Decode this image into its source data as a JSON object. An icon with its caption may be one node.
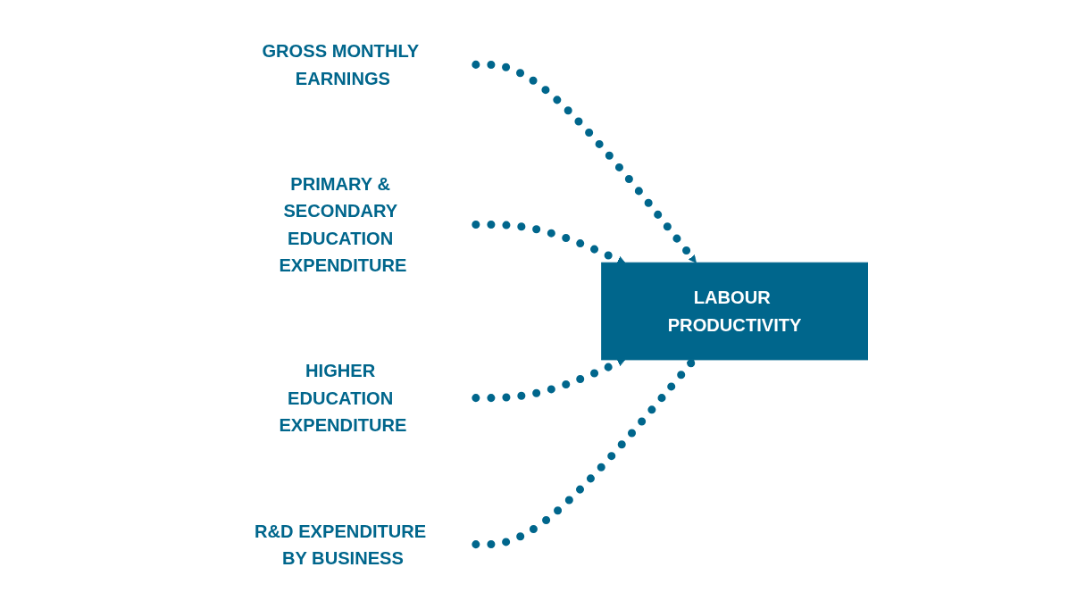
{
  "diagram": {
    "nodes": [
      {
        "text": [
          "GROSS MONTHLY EARNINGS"
        ]
      },
      {
        "text": [
          "PRIMARY & SECONDARY EDUCATION EXPENDITURE"
        ]
      },
      {
        "text": [
          "LABOUR PRODUCTIVITY"
        ]
      },
      {
        "text": [
          "HIGHER EDUCATION EXPENDITURE"
        ]
      },
      {
        "text": [
          "R&D EXPENDITURE BY BUSINESS"
        ]
      }
    ],
    "edges": [
      {
        "from": 0,
        "to": 2,
        "arrow": "to",
        "style": "dashed"
      },
      {
        "from": 1,
        "to": 2,
        "arrow": "to",
        "style": "dashed"
      },
      {
        "from": 3,
        "to": 2,
        "arrow": "to",
        "style": "dashed"
      },
      {
        "from": 4,
        "to": 2,
        "arrow": "to",
        "style": "dashed"
      }
    ]
  }
}
